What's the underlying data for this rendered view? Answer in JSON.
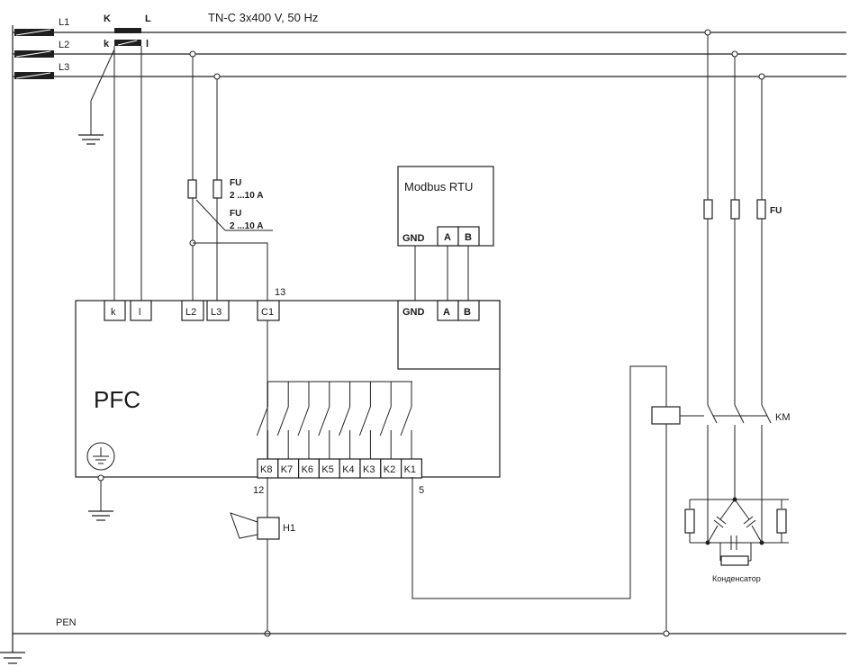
{
  "supply": {
    "system_label": "TN-C 3x400 V, 50 Hz",
    "phases": [
      "L1",
      "L2",
      "L3"
    ],
    "pen_label": "PEN"
  },
  "current_transformer": {
    "primary": [
      "K",
      "L"
    ],
    "secondary": [
      "k",
      "l"
    ]
  },
  "fuses_controller": [
    {
      "name": "FU",
      "rating": "2 ...10 A"
    },
    {
      "name": "FU",
      "rating": "2 ...10 A"
    }
  ],
  "fuses_capacitor": {
    "name": "FU"
  },
  "modbus": {
    "title": "Modbus RTU",
    "gnd": "GND",
    "a": "A",
    "b": "B"
  },
  "pfc": {
    "label": "PFC",
    "top_terminals": [
      "k",
      "l",
      "L2",
      "L3",
      "C1"
    ],
    "comm_terminals": [
      "GND",
      "A",
      "B"
    ],
    "relay_terminals": [
      "K8",
      "K7",
      "K6",
      "K5",
      "K4",
      "K3",
      "K2",
      "K1"
    ],
    "pin_13": "13",
    "pin_12": "12",
    "pin_5": "5"
  },
  "alarm": {
    "label": "H1"
  },
  "contactor": {
    "label": "KM"
  },
  "capacitor_bank": {
    "label": "Конденсатор"
  }
}
